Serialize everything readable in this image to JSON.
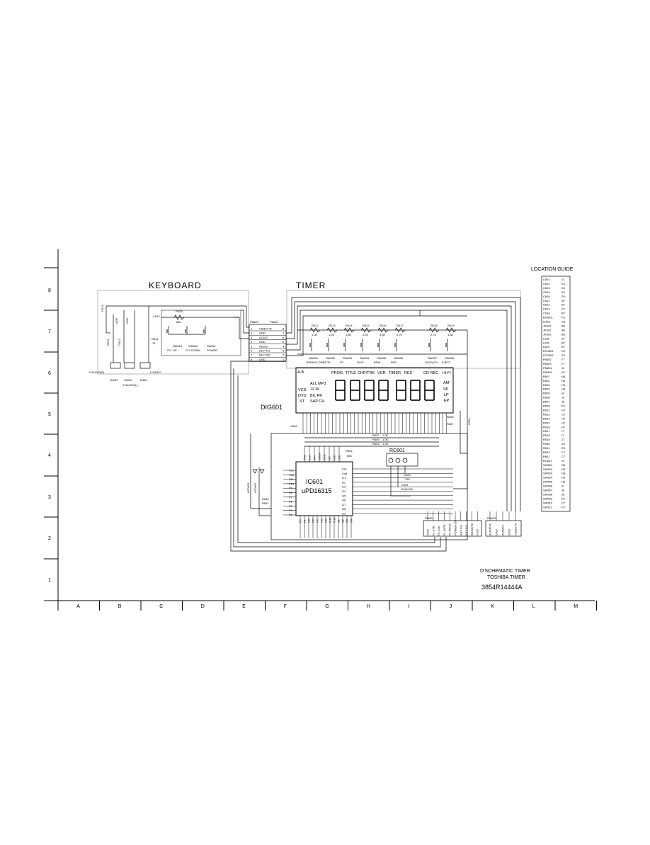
{
  "frame": {
    "row_labels": [
      "8",
      "7",
      "6",
      "5",
      "4",
      "3",
      "2",
      "1"
    ],
    "col_labels": [
      "A",
      "B",
      "C",
      "D",
      "E",
      "F",
      "G",
      "H",
      "I",
      "J",
      "K",
      "L",
      "M"
    ]
  },
  "sections": {
    "keyboard": "KEYBOARD",
    "timer": "TIMER"
  },
  "keyboard": {
    "resistor_r633": "R633",
    "resistor_r633_val": "680",
    "switches": [
      {
        "ref": "SW610",
        "label": "CH. UP"
      },
      {
        "ref": "SW609",
        "label": "CH. DOWN"
      },
      {
        "ref": "SW611",
        "label": "POWER"
      }
    ],
    "jacks": [
      "JK603",
      "JK602",
      "JK601"
    ],
    "jack_labels": [
      "F.AUDIO(R)",
      "F.AUDIO(L)",
      "F.VIDEO"
    ],
    "r641": "R641",
    "r641_val": "75",
    "c613": "C613",
    "c614": "C614",
    "l603": "L603",
    "l602": "L602",
    "c612": "C612",
    "c611": "C611"
  },
  "connector": {
    "refs": [
      "P6603",
      "P6602"
    ],
    "pins": [
      {
        "n": "1",
        "name": "VIDEO IN",
        "m": "8"
      },
      {
        "n": "2",
        "name": "GND",
        "m": "7"
      },
      {
        "n": "3",
        "name": "AUDIO",
        "m": "6"
      },
      {
        "n": "4",
        "name": "GND",
        "m": "5"
      },
      {
        "n": "5",
        "name": "AUDIO",
        "m": "4"
      },
      {
        "n": "6",
        "name": "KEY IN1",
        "m": "3"
      },
      {
        "n": "7",
        "name": "KEY IN2",
        "m": "2"
      },
      {
        "n": "8",
        "name": "GND",
        "m": "1"
      }
    ]
  },
  "timer_keys": {
    "resistors": [
      {
        "ref": "R612",
        "val": "1.0K"
      },
      {
        "ref": "R613",
        "val": "1.2K"
      },
      {
        "ref": "R614",
        "val": "1.8K"
      },
      {
        "ref": "R615",
        "val": "2.2K"
      },
      {
        "ref": "R616",
        "val": "3.3K"
      },
      {
        "ref": "R617",
        "val": "4.7K"
      },
      {
        "ref": "R618",
        "val": "2.7K"
      },
      {
        "ref": "R619",
        "val": "1.8K"
      }
    ],
    "switches": [
      {
        "ref": "SW601",
        "label": "OPEN/CLOSE"
      },
      {
        "ref": "SW602",
        "label": "STOP"
      },
      {
        "ref": "SW603",
        "label": "FF"
      },
      {
        "ref": "SW604",
        "label": "PLAY"
      },
      {
        "ref": "SW605",
        "label": "REW"
      },
      {
        "ref": "SW606",
        "label": "REC"
      },
      {
        "ref": "SW607",
        "label": "DVD/VCR"
      },
      {
        "ref": "SW608",
        "label": "EJECT"
      }
    ]
  },
  "display": {
    "ref": "DIG601",
    "top_labels": [
      "A-B",
      "PROG.",
      "TITLE",
      "CHP/TRK",
      "VCR",
      "TIMER",
      "REC",
      "CD REC",
      "Hi-Fi"
    ],
    "left_labels": [
      "ALL MP3",
      "-R W",
      "BIL PR",
      "SAP CH"
    ],
    "side_labels": [
      "VCD",
      "DVD",
      "ST"
    ],
    "right_labels": [
      "AM",
      "SP",
      "LP",
      "EP"
    ],
    "c606": "C606",
    "c604": "C604",
    "r626": "R626",
    "r627": "R627"
  },
  "ic": {
    "ref": "IC601",
    "part": "uPD16315",
    "left_pins": [
      "Vss",
      "Vdd",
      "P11",
      "P10",
      "P9",
      "P8",
      "P7",
      "P6",
      "P5",
      "P4",
      "P3"
    ],
    "right_pins": [
      "Vss",
      "Vdd",
      "G1",
      "G2",
      "G3",
      "G4",
      "G5",
      "G6",
      "G7",
      "G8",
      "G9"
    ],
    "top_pins": [
      "STB",
      "CLK",
      "DIN",
      "DOUT",
      "OSC",
      "NC",
      "LED",
      "LED"
    ],
    "bottom_pins": [
      "P2",
      "P1",
      "NC",
      "NC",
      "NC",
      "NC",
      "NC",
      "G11",
      "G10",
      "S1",
      "S2",
      "S3",
      "S4"
    ]
  },
  "remote": {
    "ref": "RC601",
    "r604": "R604",
    "r604_val": "56K",
    "r605": "R605",
    "r605_val": "330",
    "c601": "C601",
    "c601_val": "10uF/16V",
    "res_bank": [
      {
        "ref": "R607",
        "val": "1.0K"
      },
      {
        "ref": "R609",
        "val": "1.0K"
      },
      {
        "ref": "R603",
        "val": "1.0K"
      }
    ]
  },
  "leds": {
    "led1": "LED601",
    "led2": "LED602",
    "r630": "R630",
    "r631": "R631"
  },
  "bottom_connectors": {
    "left_ref": "P6M01",
    "left_pins": [
      "GND",
      "FL STB",
      "FL CLK",
      "FL DATA",
      "FL DOUT",
      "POWER ON",
      "KEY IN1",
      "KEY IN2",
      "REMOTE",
      "GND"
    ],
    "right_ref": "P6M03",
    "right_pins": [
      "AUDIO R",
      "GND",
      "AUDIO L",
      "GND",
      "VIDEO IN"
    ]
  },
  "location_guide": {
    "title": "LOCATION GUIDE",
    "entries": [
      [
        "C601",
        "I3"
      ],
      [
        "C602",
        "K3"
      ],
      [
        "C603",
        "K4"
      ],
      [
        "C604",
        "K5"
      ],
      [
        "C605",
        "F5"
      ],
      [
        "C611",
        "B7"
      ],
      [
        "C612",
        "B7"
      ],
      [
        "C613",
        "C7"
      ],
      [
        "C614",
        "B7"
      ],
      [
        "DIG601",
        "F5"
      ],
      [
        "IC601",
        "G3"
      ],
      [
        "JK601",
        "B6"
      ],
      [
        "JK602",
        "B6"
      ],
      [
        "JK603",
        "B6"
      ],
      [
        "L601",
        "J4"
      ],
      [
        "L602",
        "B7"
      ],
      [
        "L603",
        "B7"
      ],
      [
        "LED601",
        "E3"
      ],
      [
        "LED602",
        "E3"
      ],
      [
        "P6602",
        "F7"
      ],
      [
        "P6603",
        "F7"
      ],
      [
        "P6M01",
        "J2"
      ],
      [
        "P6M03",
        "K2"
      ],
      [
        "R601",
        "H4"
      ],
      [
        "R602",
        "H4"
      ],
      [
        "R603",
        "H4"
      ],
      [
        "R604",
        "G4"
      ],
      [
        "R605",
        "I4"
      ],
      [
        "R606",
        "J5"
      ],
      [
        "R607",
        "J5"
      ],
      [
        "R608",
        "F5"
      ],
      [
        "R612",
        "G7"
      ],
      [
        "R613",
        "G7"
      ],
      [
        "R614",
        "H7"
      ],
      [
        "R615",
        "H7"
      ],
      [
        "R616",
        "H7"
      ],
      [
        "R617",
        "I7"
      ],
      [
        "R618",
        "I7"
      ],
      [
        "R619",
        "J7"
      ],
      [
        "R630",
        "E3"
      ],
      [
        "R631",
        "E3"
      ],
      [
        "R633",
        "C7"
      ],
      [
        "R641",
        "C7"
      ],
      [
        "RC601",
        "I4"
      ],
      [
        "SW601",
        "G6"
      ],
      [
        "SW602",
        "G6"
      ],
      [
        "SW603",
        "G6"
      ],
      [
        "SW604",
        "H6"
      ],
      [
        "SW605",
        "H6"
      ],
      [
        "SW606",
        "I6"
      ],
      [
        "SW607",
        "J6"
      ],
      [
        "SW608",
        "J6"
      ],
      [
        "SW609",
        "D7"
      ],
      [
        "SW610",
        "C7"
      ],
      [
        "SW611",
        "D7"
      ]
    ]
  },
  "title_block": {
    "line1": "D'SCHEMATIC TIMER",
    "line2": "TOSHIBA TIMER",
    "doc_no": "3854R14444A"
  }
}
